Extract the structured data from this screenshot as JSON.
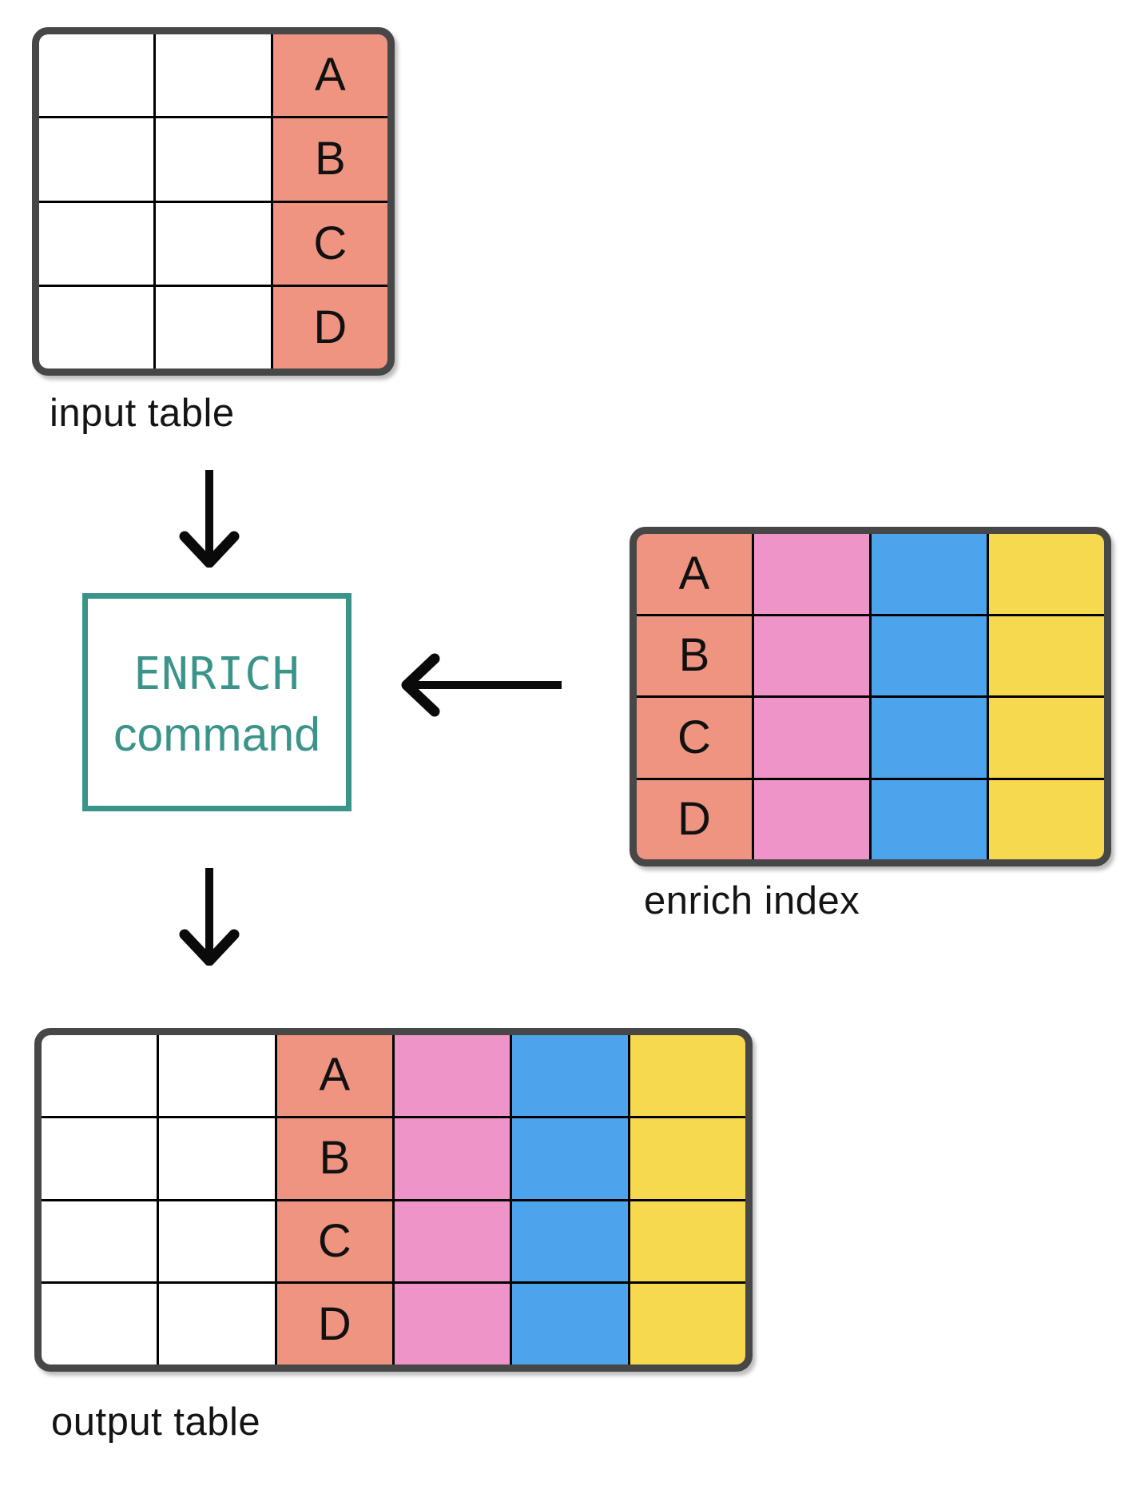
{
  "tables": {
    "input": {
      "label": "input table",
      "columns": [
        "blank",
        "blank",
        "match-key"
      ],
      "key_values": [
        "A",
        "B",
        "C",
        "D"
      ]
    },
    "enrich_index": {
      "label": "enrich index",
      "columns": [
        "match-key",
        "field-pink",
        "field-blue",
        "field-yellow"
      ],
      "key_values": [
        "A",
        "B",
        "C",
        "D"
      ]
    },
    "output": {
      "label": "output table",
      "columns": [
        "blank",
        "blank",
        "match-key",
        "field-pink",
        "field-blue",
        "field-yellow"
      ],
      "key_values": [
        "A",
        "B",
        "C",
        "D"
      ]
    }
  },
  "enrich_box": {
    "command_name": "ENRICH",
    "command_word": "command"
  },
  "icons": {
    "input_to_command": "down-arrow",
    "index_to_command": "left-arrow",
    "command_to_output": "down-arrow"
  },
  "colors": {
    "match_key_salmon": "#EE9481",
    "field_pink": "#EE94C9",
    "field_blue": "#4CA4ED",
    "field_yellow": "#F7D94F",
    "command_teal": "#3B9489",
    "table_border_dark": "#474747",
    "grid_line_black": "#000000",
    "arrow_black": "#0A0A0A"
  }
}
